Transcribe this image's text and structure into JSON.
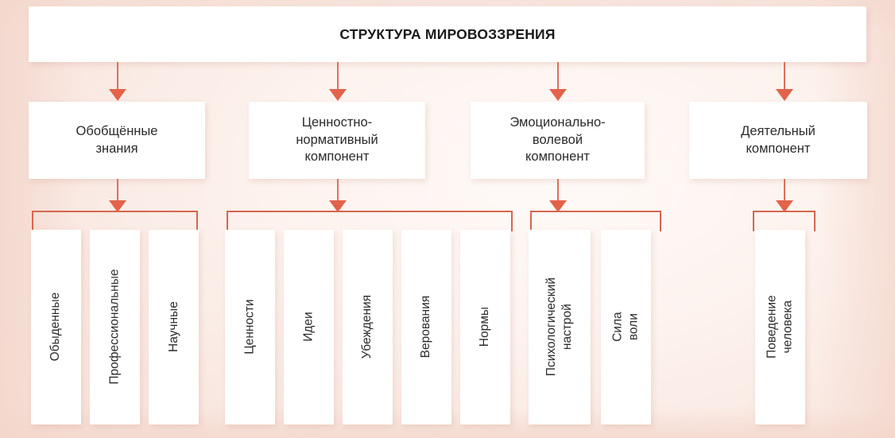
{
  "diagram": {
    "title": "СТРУКТУРА МИРОВОЗЗРЕНИЯ",
    "accent_color": "#e2634a",
    "connector_color": "#d4674f",
    "background_color": "#fbeee9",
    "box_color": "#ffffff",
    "text_color": "#2b2b2b"
  },
  "components": [
    {
      "label": "Обобщённые\nзнания"
    },
    {
      "label": "Ценностно-\nнормативный\nкомпонент"
    },
    {
      "label": "Эмоционально-\nволевой\nкомпонент"
    },
    {
      "label": "Деятельный\nкомпонент"
    }
  ],
  "leaves": {
    "group1": [
      {
        "label": "Обыденные"
      },
      {
        "label": "Профессиональные"
      },
      {
        "label": "Научные"
      }
    ],
    "group2": [
      {
        "label": "Ценности"
      },
      {
        "label": "Идеи"
      },
      {
        "label": "Убеждения"
      },
      {
        "label": "Верования"
      },
      {
        "label": "Нормы"
      }
    ],
    "group3": [
      {
        "label": "Психологический\nнастрой"
      },
      {
        "label": "Сила воли"
      }
    ],
    "group4": [
      {
        "label": "Поведение человека"
      }
    ]
  }
}
